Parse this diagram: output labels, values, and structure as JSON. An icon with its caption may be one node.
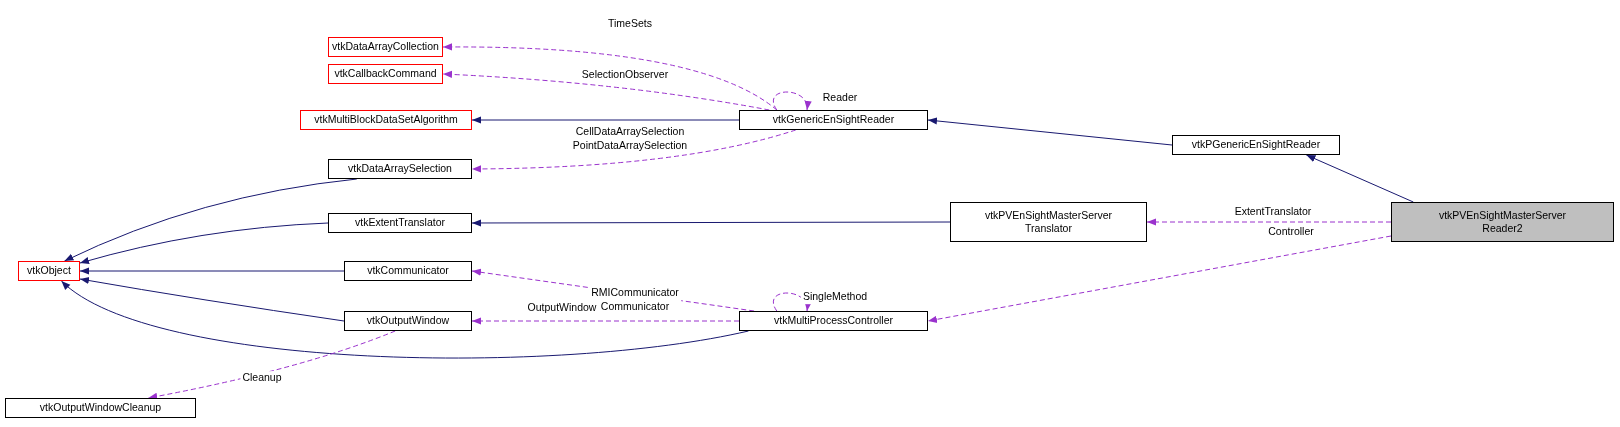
{
  "diagram": {
    "nodes": [
      {
        "text": [
          "vtkDataArrayCollection"
        ]
      },
      {
        "text": [
          "vtkCallbackCommand"
        ]
      },
      {
        "text": [
          "vtkMultiBlockDataSetAlgorithm"
        ]
      },
      {
        "text": [
          "vtkGenericEnSightReader"
        ]
      },
      {
        "text": [
          "vtkDataArraySelection"
        ]
      },
      {
        "text": [
          "vtkPGenericEnSightReader"
        ]
      },
      {
        "text": [
          "vtkExtentTranslator"
        ]
      },
      {
        "text": [
          "vtkPVEnSightMasterServer Translator"
        ]
      },
      {
        "text": [
          "vtkPVEnSightMasterServer Reader2"
        ]
      },
      {
        "text": [
          "vtkObject"
        ]
      },
      {
        "text": [
          "vtkCommunicator"
        ]
      },
      {
        "text": [
          "vtkMultiProcessController"
        ]
      },
      {
        "text": [
          "vtkOutputWindow"
        ]
      },
      {
        "text": [
          "vtkOutputWindowCleanup"
        ]
      }
    ],
    "edges": [
      {
        "from": 3,
        "to": 0,
        "arrow": "to",
        "label": "TimeSets",
        "style": "dashed"
      },
      {
        "from": 3,
        "to": 1,
        "arrow": "to",
        "label": "SelectionObserver",
        "style": "dashed"
      },
      {
        "from": 3,
        "to": 2,
        "arrow": "to",
        "color": "#191970"
      },
      {
        "from": 3,
        "to": 3,
        "arrow": "to",
        "label": "Reader",
        "style": "dashed"
      },
      {
        "from": 3,
        "to": 4,
        "arrow": "to",
        "label": "CellDataArraySelection PointDataArraySelection",
        "style": "dashed"
      },
      {
        "from": 5,
        "to": 3,
        "arrow": "to",
        "color": "#191970"
      },
      {
        "from": 8,
        "to": 5,
        "arrow": "to",
        "color": "#191970"
      },
      {
        "from": 8,
        "to": 7,
        "arrow": "to",
        "label": "ExtentTranslator",
        "style": "dashed"
      },
      {
        "from": 8,
        "to": 11,
        "arrow": "to",
        "label": "Controller",
        "style": "dashed"
      },
      {
        "from": 7,
        "to": 6,
        "arrow": "to",
        "color": "#191970"
      },
      {
        "from": 4,
        "to": 9,
        "arrow": "to",
        "color": "#191970"
      },
      {
        "from": 6,
        "to": 9,
        "arrow": "to",
        "color": "#191970"
      },
      {
        "from": 10,
        "to": 9,
        "arrow": "to",
        "color": "#191970"
      },
      {
        "from": 12,
        "to": 9,
        "arrow": "to",
        "color": "#191970"
      },
      {
        "from": 11,
        "to": 9,
        "arrow": "to",
        "color": "#191970"
      },
      {
        "from": 11,
        "to": 10,
        "arrow": "to",
        "label": "RMICommunicator Communicator",
        "style": "dashed"
      },
      {
        "from": 11,
        "to": 11,
        "arrow": "to",
        "label": "SingleMethod",
        "style": "dashed"
      },
      {
        "from": 11,
        "to": 12,
        "arrow": "to",
        "label": "OutputWindow",
        "style": "dashed"
      },
      {
        "from": 12,
        "to": 13,
        "arrow": "to",
        "label": "Cleanup",
        "style": "dashed"
      }
    ]
  }
}
